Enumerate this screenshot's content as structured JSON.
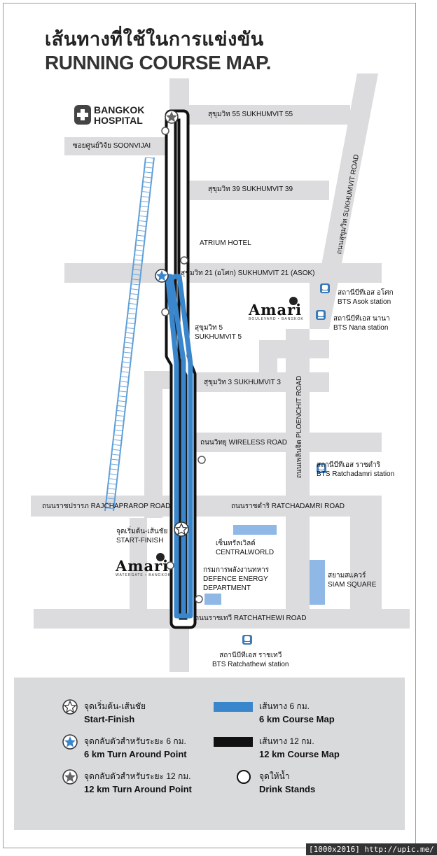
{
  "title": {
    "thai": "เส้นทางที่ใช้ในการแข่งขัน",
    "english": "RUNNING COURSE MAP."
  },
  "landmarks": {
    "hospital": "BANGKOK\nHOSPITAL",
    "atrium": "ATRIUM HOTEL",
    "amari_boulevard": {
      "name": "Amari",
      "sub": "BOULEVARD • BANGKOK"
    },
    "amari_watergate": {
      "name": "Amari",
      "sub": "WATERGATE • BANGKOK"
    },
    "start_finish": "จุดเริ่มต้น-เส้นชัย\nSTART-FINISH",
    "centralworld": "เซ็นทรัลเวิลด์\nCENTRALWORLD",
    "defence": "กรมการพลังงานทหาร\nDEFENCE ENERGY\nDEPARTMENT",
    "siam_square": "สยามสแควร์\nSIAM SQUARE"
  },
  "roads": {
    "soi55": "สุขุมวิท 55 SUKHUMVIT 55",
    "soonvijai": "ซอยศูนย์วิจัย SOONVIJAI",
    "soi39": "สุขุมวิท 39 SUKHUMVIT 39",
    "soi21": "สุขุมวิท 21 (อโศก) SUKHUMVIT 21 (ASOK)",
    "soi5": "สุขุมวิท 5\nSUKHUMVIT 5",
    "soi3": "สุขุมวิท 3 SUKHUMVIT 3",
    "wireless": "ถนนวิทยุ WIRELESS ROAD",
    "rajchaprarop": "ถนนราชปรารภ RAJCHAPRAROP ROAD",
    "ratchadamri": "ถนนราชดำริ RATCHADAMRI ROAD",
    "ratchathewi": "ถนนราชเทวี RATCHATHEWI ROAD",
    "sukhumvit": "ถนนสุขุมวิท SUKHUMVIT ROAD",
    "ploenchit": "ถนนเพลินจิต PLOENCHIT ROAD"
  },
  "stations": {
    "asok": "สถานีบีทีเอส อโศก\nBTS Asok station",
    "nana": "สถานีบีทีเอส นานา\nBTS Nana station",
    "ratchadamri": "สถานีบีทีเอส ราชดำริ\nBTS Ratchadamri station",
    "ratchathewi": "สถานีบีทีเอส ราชเทวี\nBTS Ratchathewi station"
  },
  "legend": {
    "start_finish": {
      "thai": "จุดเริ่มต้น-เส้นชัย",
      "en": "Start-Finish"
    },
    "turn6": {
      "thai": "จุดกลับตัวสำหรับระยะ 6 กม.",
      "en": "6 km Turn Around Point"
    },
    "turn12": {
      "thai": "จุดกลับตัวสำหรับระยะ 12 กม.",
      "en": "12 km Turn Around Point"
    },
    "course6": {
      "thai": "เส้นทาง 6 กม.",
      "en": "6 km Course Map"
    },
    "course12": {
      "thai": "เส้นทาง 12 กม.",
      "en": "12 km Course Map"
    },
    "drink": {
      "thai": "จุดให้น้ำ",
      "en": "Drink Stands"
    }
  },
  "footer": "[1000x2016] http://upic.me/",
  "colors": {
    "road": "#dcdcde",
    "course6": "#3a86cc",
    "course12": "#111111",
    "building": "#8fb8e6",
    "rail": "#5f9fd8"
  }
}
